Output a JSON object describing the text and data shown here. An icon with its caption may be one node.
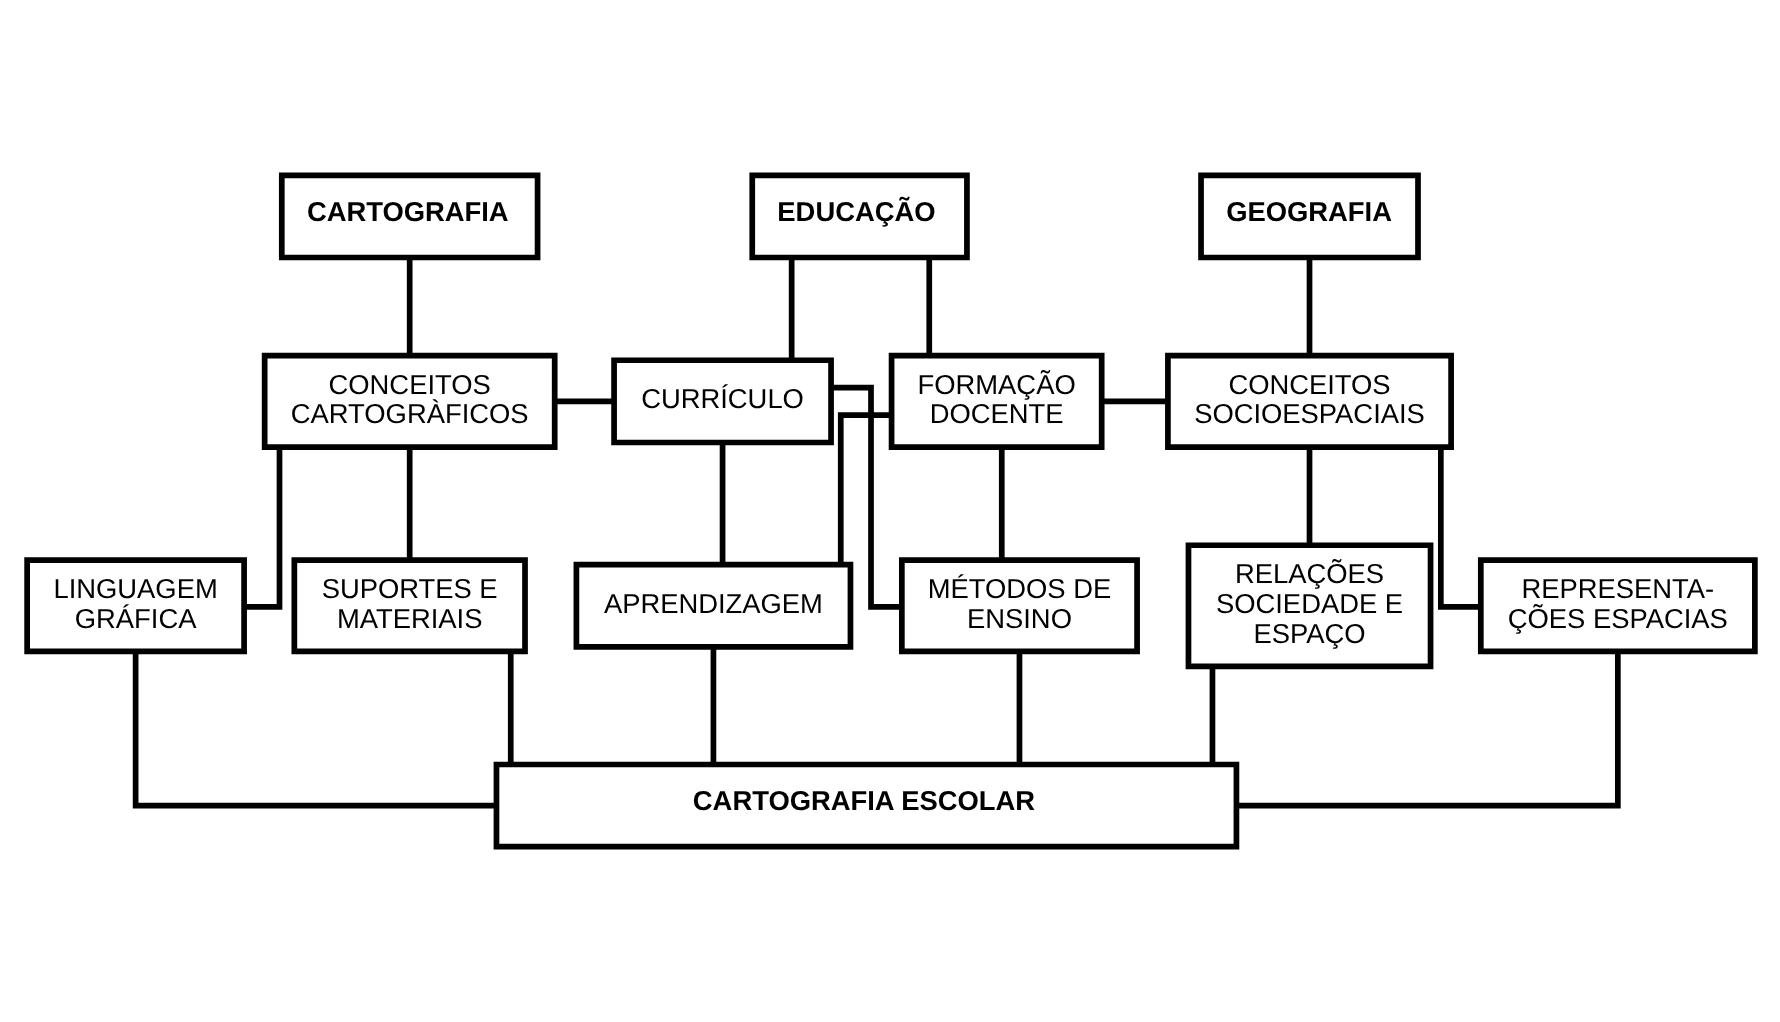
{
  "diagram": {
    "nodes": [
      {
        "text": [
          "CARTOGRAFIA"
        ]
      },
      {
        "text": [
          "EDUCAÇÃO"
        ]
      },
      {
        "text": [
          "GEOGRAFIA"
        ]
      },
      {
        "text": [
          "CONCEITOS CARTOGRÀFICOS"
        ]
      },
      {
        "text": [
          "CURRÍCULO"
        ]
      },
      {
        "text": [
          "FORMAÇÃO DOCENTE"
        ]
      },
      {
        "text": [
          "CONCEITOS SOCIOESPACIAIS"
        ]
      },
      {
        "text": [
          "LINGUAGEM GRÁFICA"
        ]
      },
      {
        "text": [
          "SUPORTES E MATERIAIS"
        ]
      },
      {
        "text": [
          "APRENDIZAGEM"
        ]
      },
      {
        "text": [
          "MÉTODOS DE ENSINO"
        ]
      },
      {
        "text": [
          "RELAÇÕES SOCIEDADE E ESPAÇO"
        ]
      },
      {
        "text": [
          "REPRESENTA- ÇÕES ESPACIAS"
        ]
      },
      {
        "text": [
          "CARTOGRAFIA ESCOLAR"
        ]
      }
    ],
    "edges": [
      {
        "from": 0,
        "to": 3,
        "arrow": "none"
      },
      {
        "from": 1,
        "to": 4,
        "arrow": "none"
      },
      {
        "from": 1,
        "to": 5,
        "arrow": "none"
      },
      {
        "from": 2,
        "to": 6,
        "arrow": "none"
      },
      {
        "from": 3,
        "to": 4,
        "arrow": "none"
      },
      {
        "from": 5,
        "to": 6,
        "arrow": "none"
      },
      {
        "from": 3,
        "to": 7,
        "arrow": "none"
      },
      {
        "from": 3,
        "to": 8,
        "arrow": "none"
      },
      {
        "from": 4,
        "to": 9,
        "arrow": "none"
      },
      {
        "from": 4,
        "to": 10,
        "arrow": "none"
      },
      {
        "from": 5,
        "to": 9,
        "arrow": "none"
      },
      {
        "from": 5,
        "to": 10,
        "arrow": "none"
      },
      {
        "from": 6,
        "to": 11,
        "arrow": "none"
      },
      {
        "from": 6,
        "to": 12,
        "arrow": "none"
      },
      {
        "from": 7,
        "to": 13,
        "arrow": "none"
      },
      {
        "from": 8,
        "to": 13,
        "arrow": "none"
      },
      {
        "from": 9,
        "to": 13,
        "arrow": "none"
      },
      {
        "from": 10,
        "to": 13,
        "arrow": "none"
      },
      {
        "from": 11,
        "to": 13,
        "arrow": "none"
      },
      {
        "from": 12,
        "to": 13,
        "arrow": "none"
      }
    ]
  }
}
